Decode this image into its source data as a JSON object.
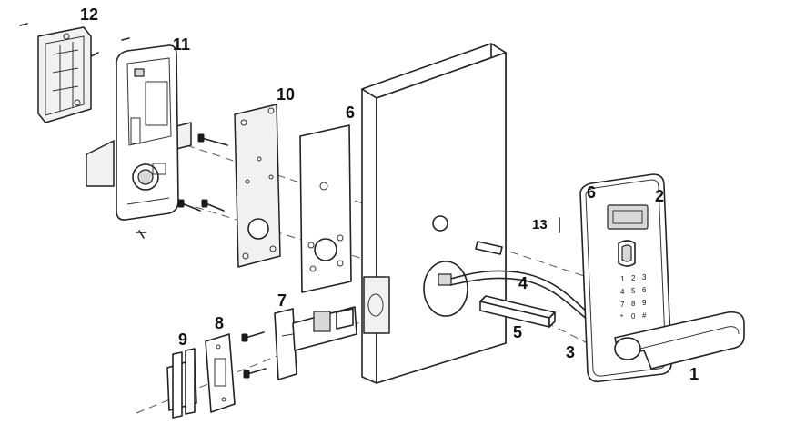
{
  "colors": {
    "line": "#222222",
    "background": "#ffffff",
    "dark": "#1a1a1a"
  },
  "diagram": {
    "parts": [
      {
        "id": "p1",
        "label": "1",
        "name": "lever-handle"
      },
      {
        "id": "p2",
        "label": "2",
        "name": "fingerprint-sensor"
      },
      {
        "id": "p3",
        "label": "3",
        "name": "spindle"
      },
      {
        "id": "p4",
        "label": "4",
        "name": "connecting-cable"
      },
      {
        "id": "p5",
        "label": "5",
        "name": "square-spindle-bar"
      },
      {
        "id": "p6a",
        "label": "6",
        "name": "front-gasket"
      },
      {
        "id": "p6b",
        "label": "6",
        "name": "rear-gasket"
      },
      {
        "id": "p7",
        "label": "7",
        "name": "latch-bolt"
      },
      {
        "id": "p8",
        "label": "8",
        "name": "strike-plate"
      },
      {
        "id": "p9",
        "label": "9",
        "name": "strike-box"
      },
      {
        "id": "p10",
        "label": "10",
        "name": "mounting-plate"
      },
      {
        "id": "p11",
        "label": "11",
        "name": "rear-body"
      },
      {
        "id": "p12",
        "label": "12",
        "name": "battery-cover"
      },
      {
        "id": "p13",
        "label": "13",
        "name": "screw-post"
      }
    ]
  }
}
